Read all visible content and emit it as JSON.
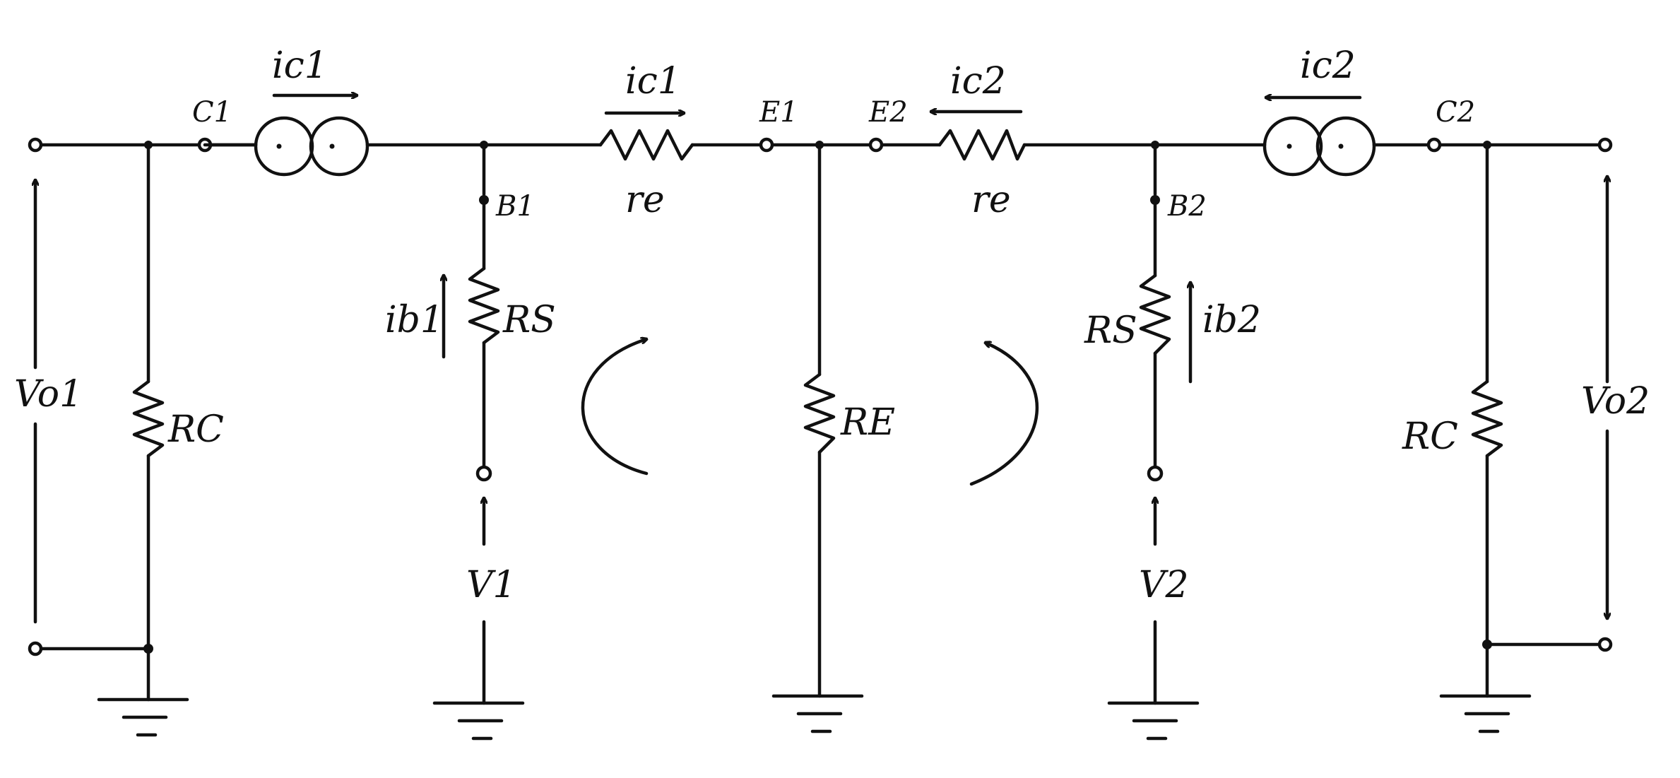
{
  "labels": {
    "ic1_source": "ic1",
    "c1": "C1",
    "ic1_re": "ic1",
    "re_left": "re",
    "e1": "E1",
    "e2": "E2",
    "ic2_re": "ic2",
    "re_right": "re",
    "ic2_source": "ic2",
    "c2": "C2",
    "b1": "B1",
    "b2": "B2",
    "ib1": "ib1",
    "ib2": "ib2",
    "rs_left": "RS",
    "rs_right": "RS",
    "rc_left": "RC",
    "rc_right": "RC",
    "re_center": "RE",
    "v1": "V1",
    "v2": "V2",
    "vo1": "Vo1",
    "vo2": "Vo2"
  },
  "colors": {
    "ink": "#111111",
    "paper": "#ffffff"
  }
}
